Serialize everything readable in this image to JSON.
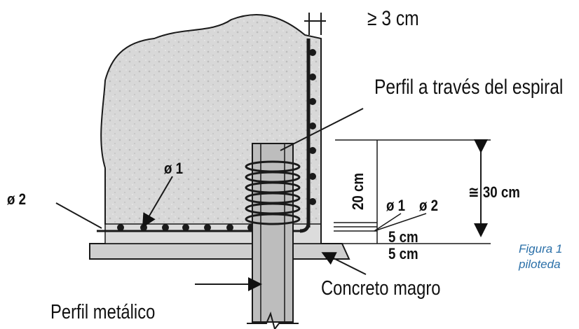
{
  "diagram": {
    "min_cover": "≥ 3 cm",
    "profile_through_spiral": "Perfil a través del espiral",
    "dim_20": "20 cm",
    "dim_30": "≅ 30 cm",
    "bar_1_top": "ø 1",
    "bar_1_right": "ø 1",
    "bar_2_right": "ø 2",
    "bar_2_left": "ø 2",
    "dim_5_upper": "5 cm",
    "dim_5_lower": "5 cm",
    "metal_profile": "Perfil metálico",
    "lean_concrete": "Concreto magro"
  },
  "caption": {
    "line1": "Figura 1",
    "line2": "piloteda"
  },
  "colors": {
    "concrete_fill": "#d9d9d9",
    "line": "#1a1a1a",
    "caption": "#2a6fa8"
  }
}
